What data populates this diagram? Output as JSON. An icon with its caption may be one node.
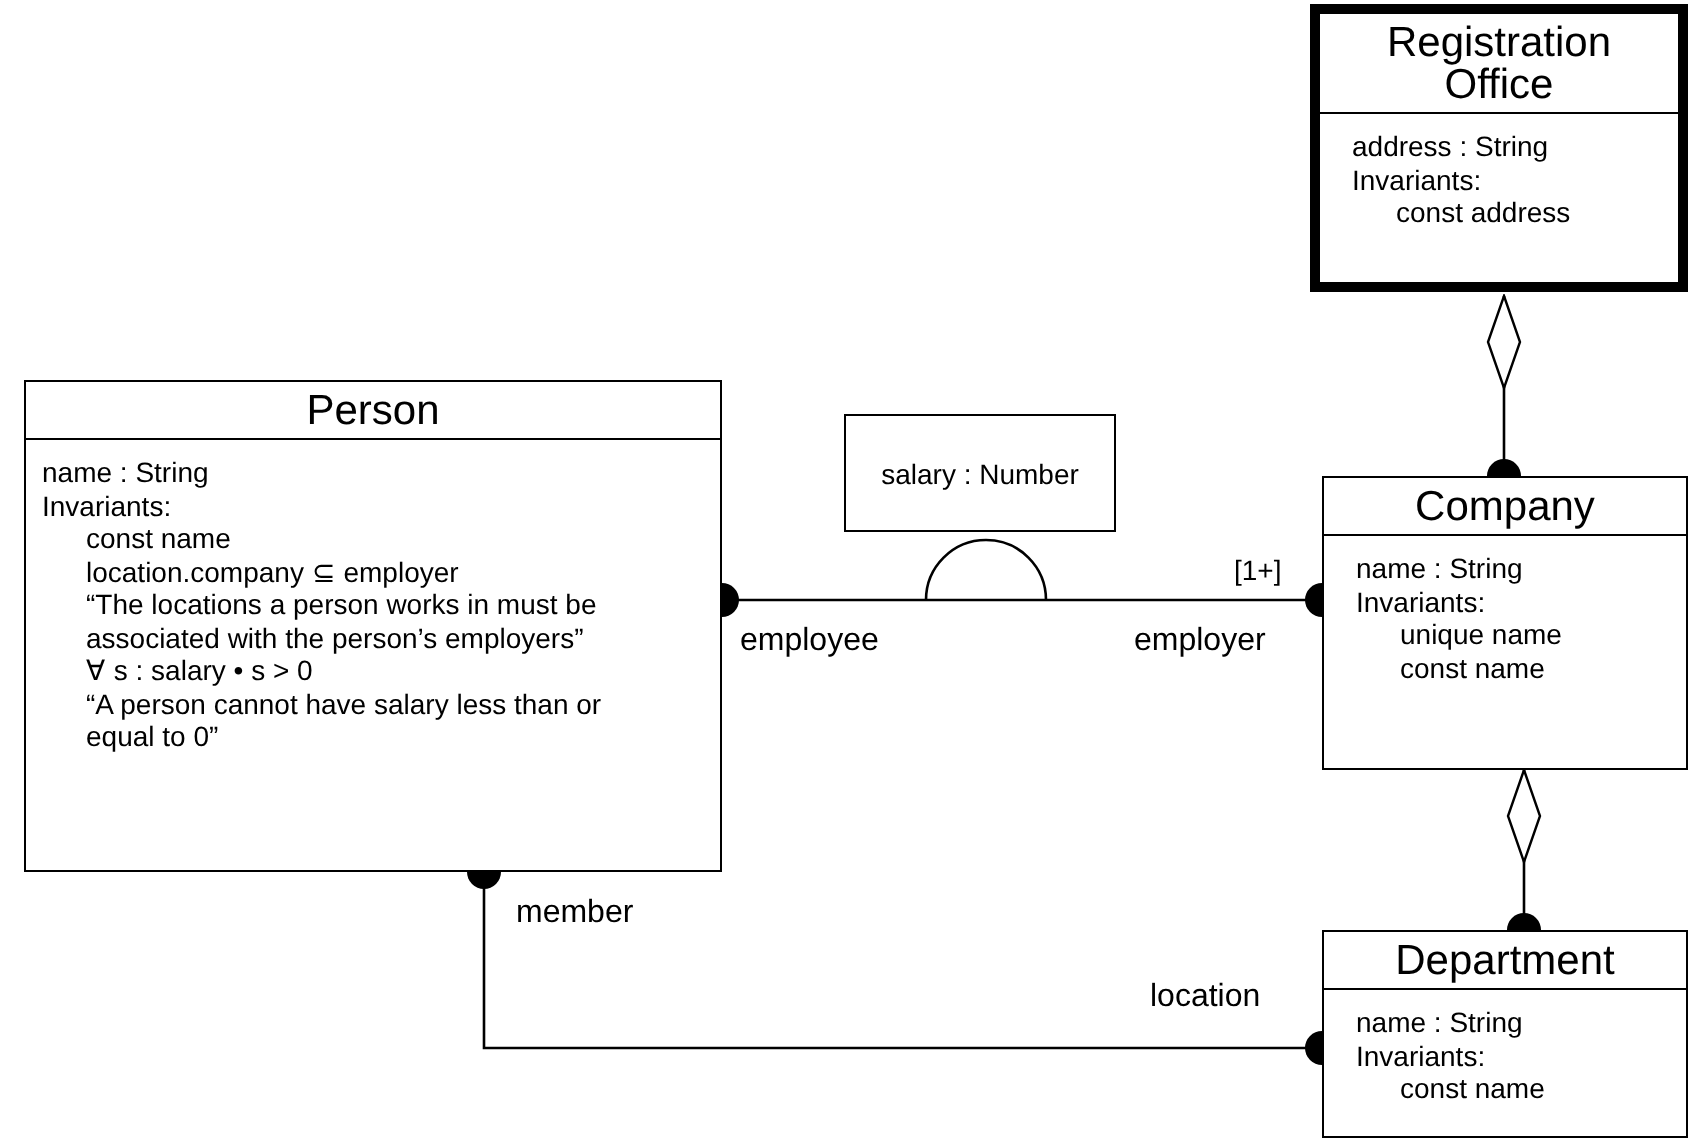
{
  "diagram": {
    "nodes": [
      {
        "text": [
          "Registration Office",
          "address : String",
          "Invariants:",
          "const address"
        ]
      },
      {
        "text": [
          "Person",
          "name : String",
          "Invariants:",
          "const name",
          "location.company ⊆ employer",
          "“The locations a person works in must be associated with the person’s employers”",
          "∀ s : salary • s > 0",
          "“A person cannot have salary less than or equal to 0”"
        ]
      },
      {
        "text": [
          "salary : Number"
        ]
      },
      {
        "text": [
          "Company",
          "name : String",
          "Invariants:",
          "unique name",
          "const name"
        ]
      },
      {
        "text": [
          "Department",
          "name : String",
          "Invariants:",
          "const name"
        ]
      }
    ],
    "edges": [
      {
        "from": 0,
        "to": 3,
        "arrow": "other"
      },
      {
        "from": 1,
        "to": 3,
        "arrow": "other"
      },
      {
        "from": 1,
        "to": 4,
        "arrow": "other"
      },
      {
        "from": 3,
        "to": 4,
        "arrow": "other"
      }
    ],
    "labels": [
      "[1+]",
      "employee",
      "employer",
      "member",
      "location"
    ]
  }
}
